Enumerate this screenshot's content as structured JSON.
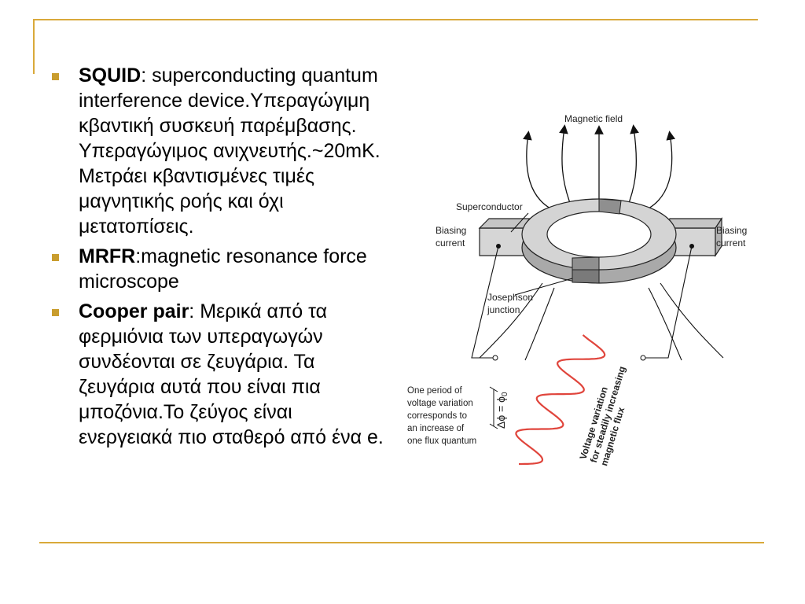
{
  "slide": {
    "bullets": [
      {
        "term": "SQUID",
        "text": ": superconducting quantum interference device.Υπεραγώγιμη κβαντική συσκευή παρέμβασης. Υπεραγώγιμος ανιχνευτής.~20mK. Μετράει κβαντισμένες τιμές μαγνητικής ροής και όχι μετατοπίσεις."
      },
      {
        "term": "MRFR",
        "text": ":magnetic resonance force microscope"
      },
      {
        "term": "Cooper pair",
        "text": ": Μερικά από τα φερμιόνια των υπεραγωγών συνδέονται σε ζευγάρια. Τα ζευγάρια αυτά που είναι πια μποζόνια.Το ζεύγος είναι ενεργειακά πιο σταθερό από ένα e."
      }
    ],
    "accent_color": "#d9a93a",
    "bullet_color": "#c99d2e",
    "figure": {
      "magnetic_field": "Magnetic field",
      "superconductor": "Superconductor",
      "biasing_left": [
        "Biasing",
        "current"
      ],
      "biasing_right": [
        "Biasing",
        "current"
      ],
      "josephson": [
        "Josephson",
        "junction"
      ],
      "period_note": [
        "One period of",
        "voltage variation",
        "corresponds to",
        "an increase of",
        "one flux quantum"
      ],
      "delta_phi": "Δϕ = ϕ",
      "delta_phi_sub": "0",
      "voltage_note": [
        "Voltage variation",
        "for steadily increasing",
        "magnetic flux"
      ],
      "wave_color": "#e0453c"
    }
  }
}
